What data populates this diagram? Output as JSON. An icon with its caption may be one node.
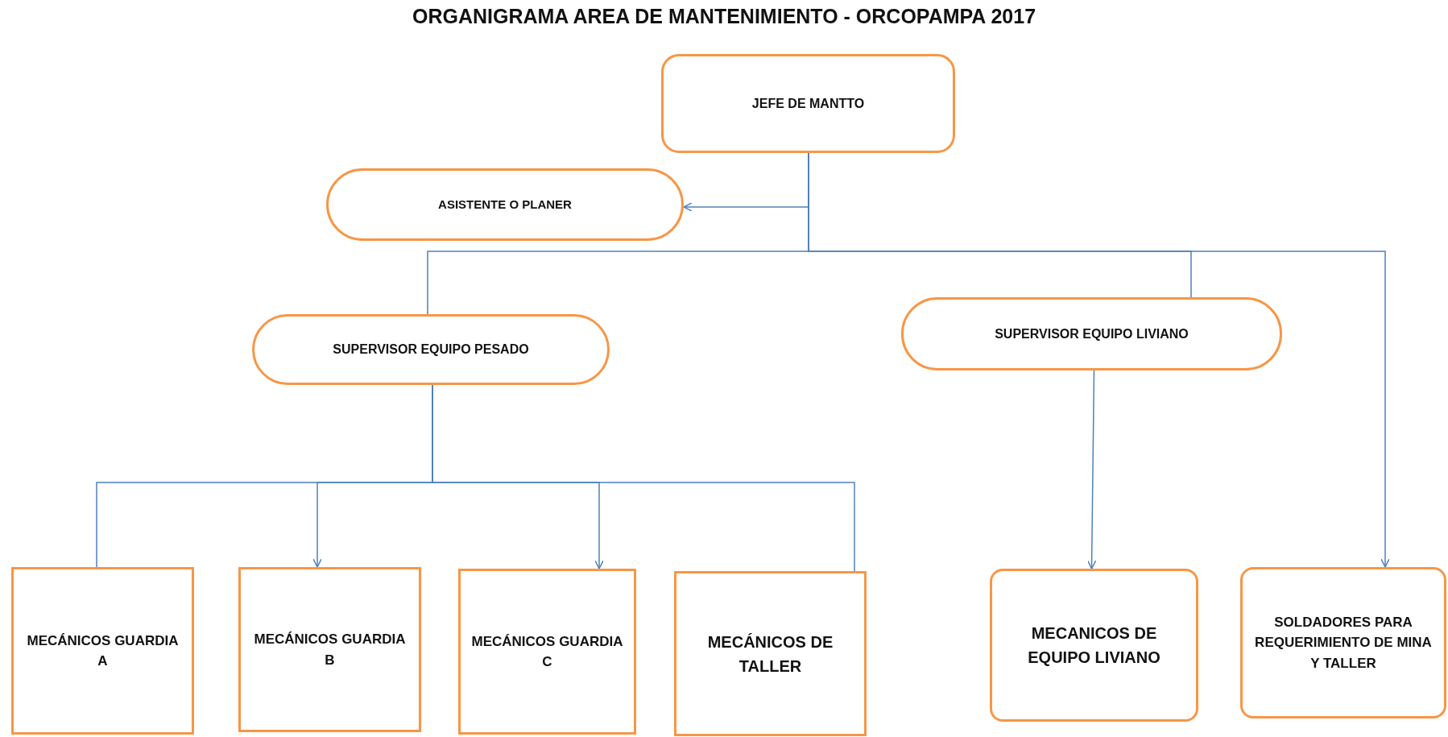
{
  "diagram": {
    "title": "ORGANIGRAMA AREA DE MANTENIMIENTO - ORCOPAMPA 2017",
    "nodes": [
      {
        "text": [
          "JEFE DE MANTTO"
        ]
      },
      {
        "text": [
          "ASISTENTE O  PLANER"
        ]
      },
      {
        "text": [
          "SUPERVISOR   EQUIPO PESADO"
        ]
      },
      {
        "text": [
          "SUPERVISOR  EQUIPO LIVIANO"
        ]
      },
      {
        "text": [
          "MECÁNICOS GUARDIA A"
        ]
      },
      {
        "text": [
          "MECÁNICOS GUARDIA B"
        ]
      },
      {
        "text": [
          "MECÁNICOS GUARDIA C"
        ]
      },
      {
        "text": [
          "MECÁNICOS DE TALLER"
        ]
      },
      {
        "text": [
          "MECANICOS DE EQUIPO LIVIANO"
        ]
      },
      {
        "text": [
          "SOLDADORES PARA REQUERIMIENTO DE MINA Y TALLER"
        ]
      }
    ],
    "edges": [
      {
        "from": 0,
        "to": 1,
        "arrow": "to"
      },
      {
        "from": 0,
        "to": 2,
        "arrow": "none"
      },
      {
        "from": 0,
        "to": 3,
        "arrow": "none"
      },
      {
        "from": 0,
        "to": 9,
        "arrow": "to"
      },
      {
        "from": 2,
        "to": 4,
        "arrow": "none"
      },
      {
        "from": 2,
        "to": 5,
        "arrow": "to"
      },
      {
        "from": 2,
        "to": 6,
        "arrow": "to"
      },
      {
        "from": 2,
        "to": 7,
        "arrow": "none"
      },
      {
        "from": 3,
        "to": 8,
        "arrow": "to"
      }
    ]
  }
}
